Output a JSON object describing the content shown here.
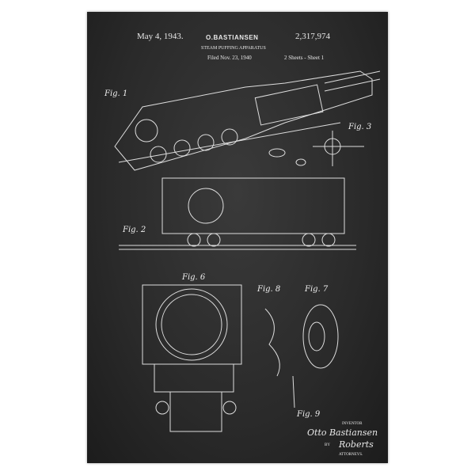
{
  "header": {
    "date": "May 4, 1943.",
    "inventor_name": "O.BASTIANSEN",
    "patent_number": "2,317,974",
    "title": "STEAM PUFFING APPARATUS",
    "filed": "Filed Nov. 23, 1940",
    "sheets": "2 Sheets - Sheet 1"
  },
  "figures": {
    "fig1": "Fig. 1",
    "fig2": "Fig. 2",
    "fig3": "Fig. 3",
    "fig6": "Fig. 6",
    "fig7": "Fig. 7",
    "fig8": "Fig. 8",
    "fig9": "Fig. 9"
  },
  "signature": {
    "inventor_label": "INVENTOR",
    "inventor_signature": "Otto Bastiansen",
    "by": "BY",
    "attorney_signature": "Roberts",
    "attorneys_label": "ATTORNEYS."
  }
}
